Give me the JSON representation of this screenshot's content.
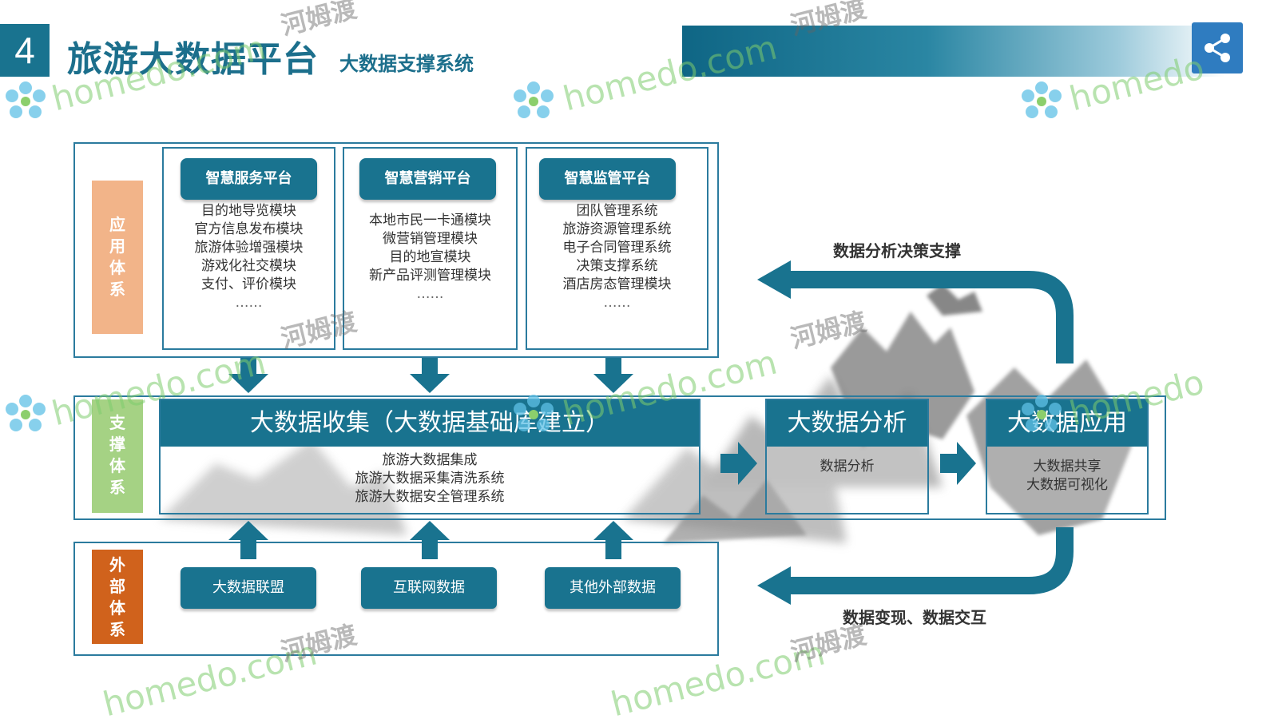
{
  "header": {
    "number": "4",
    "title": "旅游大数据平台",
    "subtitle": "大数据支撑系统"
  },
  "watermark": {
    "site": "homedo.com",
    "site_short": "homedo",
    "brand_cn": "河姆渡"
  },
  "systems": {
    "application": {
      "label": "应用体系",
      "color": "#f2b489"
    },
    "support": {
      "label": "支撑体系",
      "color": "#a5d284"
    },
    "external": {
      "label": "外部体系",
      "color": "#d0621c"
    }
  },
  "platforms": [
    {
      "title": "智慧服务平台",
      "items": [
        "目的地导览模块",
        "官方信息发布模块",
        "旅游体验增强模块",
        "游戏化社交模块",
        "支付、评价模块"
      ],
      "ellipsis": "……"
    },
    {
      "title": "智慧营销平台",
      "items": [
        "本地市民一卡通模块",
        "微营销管理模块",
        "目的地宣模块",
        "新产品评测管理模块"
      ],
      "ellipsis": "……"
    },
    {
      "title": "智慧监管平台",
      "items": [
        "团队管理系统",
        "旅游资源管理系统",
        "电子合同管理系统",
        "决策支撑系统",
        "酒店房态管理模块"
      ],
      "ellipsis": "……"
    }
  ],
  "support": {
    "collection": {
      "title": "大数据收集（大数据基础库建立）",
      "items": [
        "旅游大数据集成",
        "旅游大数据采集清洗系统",
        "旅游大数据安全管理系统"
      ]
    },
    "analysis": {
      "title": "大数据分析",
      "items": [
        "数据分析"
      ]
    },
    "application": {
      "title": "大数据应用",
      "items": [
        "大数据共享",
        "大数据可视化"
      ]
    }
  },
  "external_sources": [
    "大数据联盟",
    "互联网数据",
    "其他外部数据"
  ],
  "flows": {
    "top": "数据分析决策支撑",
    "bottom": "数据变现、数据交互"
  },
  "colors": {
    "primary": "#19738f",
    "frame": "#2b7b9e",
    "share": "#2f7cc0",
    "watermark_green": "#7ecc6e"
  },
  "icons": {
    "share": "share-icon",
    "flower": "flower-logo-icon"
  }
}
